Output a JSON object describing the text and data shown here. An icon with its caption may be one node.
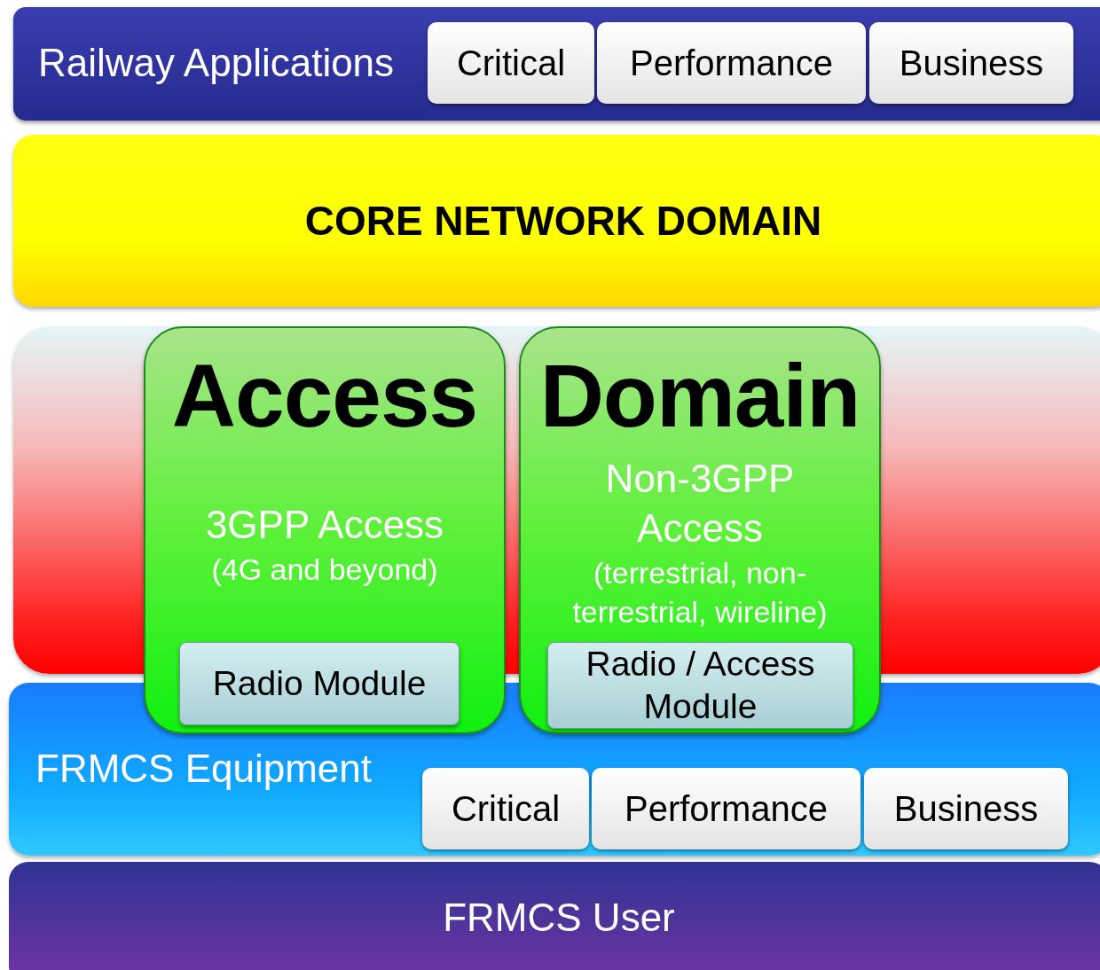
{
  "diagram": {
    "nodes": [
      {
        "text": [
          "Railway Applications"
        ]
      },
      {
        "text": [
          "Critical"
        ],
        "in": 0
      },
      {
        "text": [
          "Performance"
        ],
        "in": 0
      },
      {
        "text": [
          "Business"
        ],
        "in": 0
      },
      {
        "text": [
          "CORE NETWORK DOMAIN"
        ]
      },
      {
        "text": [
          "Access",
          "3GPP Access",
          "(4G and beyond)"
        ]
      },
      {
        "text": [
          "Radio Module"
        ],
        "in": 5
      },
      {
        "text": [
          "Domain",
          "Non-3GPP Access",
          "(terrestrial, non-terrestrial, wireline)"
        ]
      },
      {
        "text": [
          "Radio / Access Module"
        ],
        "in": 7
      },
      {
        "text": [
          "FRMCS Equipment"
        ]
      },
      {
        "text": [
          "Critical"
        ],
        "in": 9
      },
      {
        "text": [
          "Performance"
        ],
        "in": 9
      },
      {
        "text": [
          "Business"
        ],
        "in": 9
      },
      {
        "text": [
          "FRMCS User"
        ]
      }
    ],
    "edges": []
  }
}
